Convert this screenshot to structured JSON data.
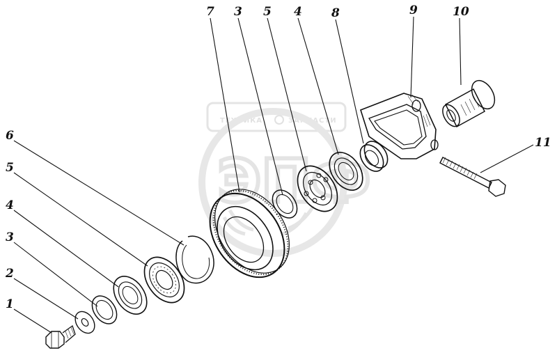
{
  "watermark": {
    "label_left": "ТЕХНИКА",
    "label_right": "ЗАПЧАСТИ",
    "monogram": "ЭПФ"
  },
  "callouts": [
    {
      "id": "1",
      "text": "1"
    },
    {
      "id": "2",
      "text": "2"
    },
    {
      "id": "3a",
      "text": "3"
    },
    {
      "id": "4a",
      "text": "4"
    },
    {
      "id": "5a",
      "text": "5"
    },
    {
      "id": "6",
      "text": "6"
    },
    {
      "id": "7",
      "text": "7"
    },
    {
      "id": "3b",
      "text": "3"
    },
    {
      "id": "5b",
      "text": "5"
    },
    {
      "id": "4b",
      "text": "4"
    },
    {
      "id": "8",
      "text": "8"
    },
    {
      "id": "9",
      "text": "9"
    },
    {
      "id": "10",
      "text": "10"
    },
    {
      "id": "11",
      "text": "11"
    }
  ],
  "colors": {
    "ink": "#111111",
    "watermark": "#c9c9c9"
  }
}
